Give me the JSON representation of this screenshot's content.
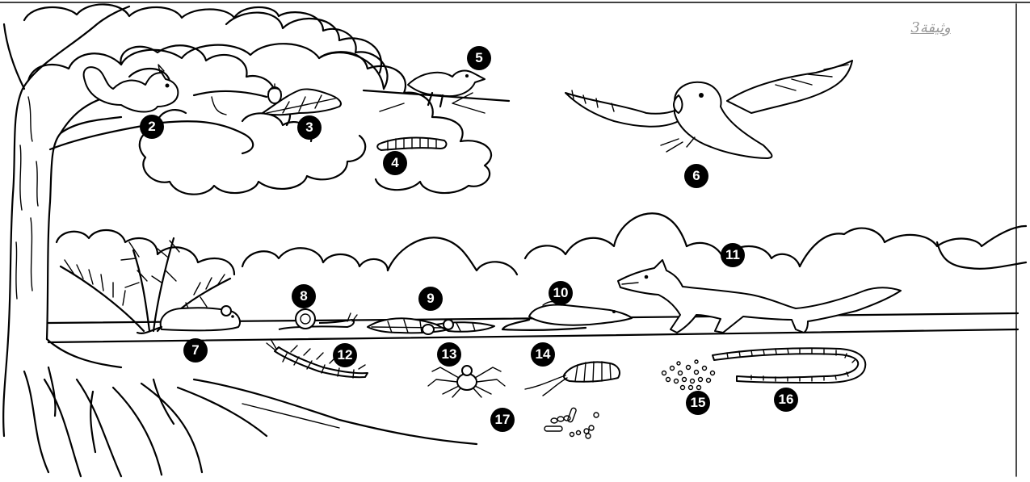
{
  "document_label": "وثيقة3",
  "organisms": [
    {
      "id": "squirrel",
      "number": "2",
      "icon": "squirrel-icon"
    },
    {
      "id": "leaves-acorns",
      "number": "3",
      "icon": "oak-leaf-icon"
    },
    {
      "id": "caterpillar",
      "number": "4",
      "icon": "caterpillar-icon"
    },
    {
      "id": "small-bird",
      "number": "5",
      "icon": "bird-icon"
    },
    {
      "id": "parrot",
      "number": "6",
      "icon": "parrot-icon"
    },
    {
      "id": "mouse",
      "number": "7",
      "icon": "mouse-icon"
    },
    {
      "id": "snail",
      "number": "8",
      "icon": "snail-icon"
    },
    {
      "id": "dead-leaves",
      "number": "9",
      "icon": "dead-leaves-icon"
    },
    {
      "id": "shrew",
      "number": "10",
      "icon": "shrew-icon"
    },
    {
      "id": "fox",
      "number": "11",
      "icon": "fox-icon"
    },
    {
      "id": "centipede",
      "number": "12",
      "icon": "centipede-icon"
    },
    {
      "id": "spider",
      "number": "13",
      "icon": "spider-icon"
    },
    {
      "id": "woodlouse",
      "number": "14",
      "icon": "woodlouse-icon"
    },
    {
      "id": "fungi",
      "number": "15",
      "icon": "fungi-icon"
    },
    {
      "id": "earthworm",
      "number": "16",
      "icon": "earthworm-icon"
    },
    {
      "id": "bacteria",
      "number": "17",
      "icon": "bacteria-icon"
    }
  ]
}
